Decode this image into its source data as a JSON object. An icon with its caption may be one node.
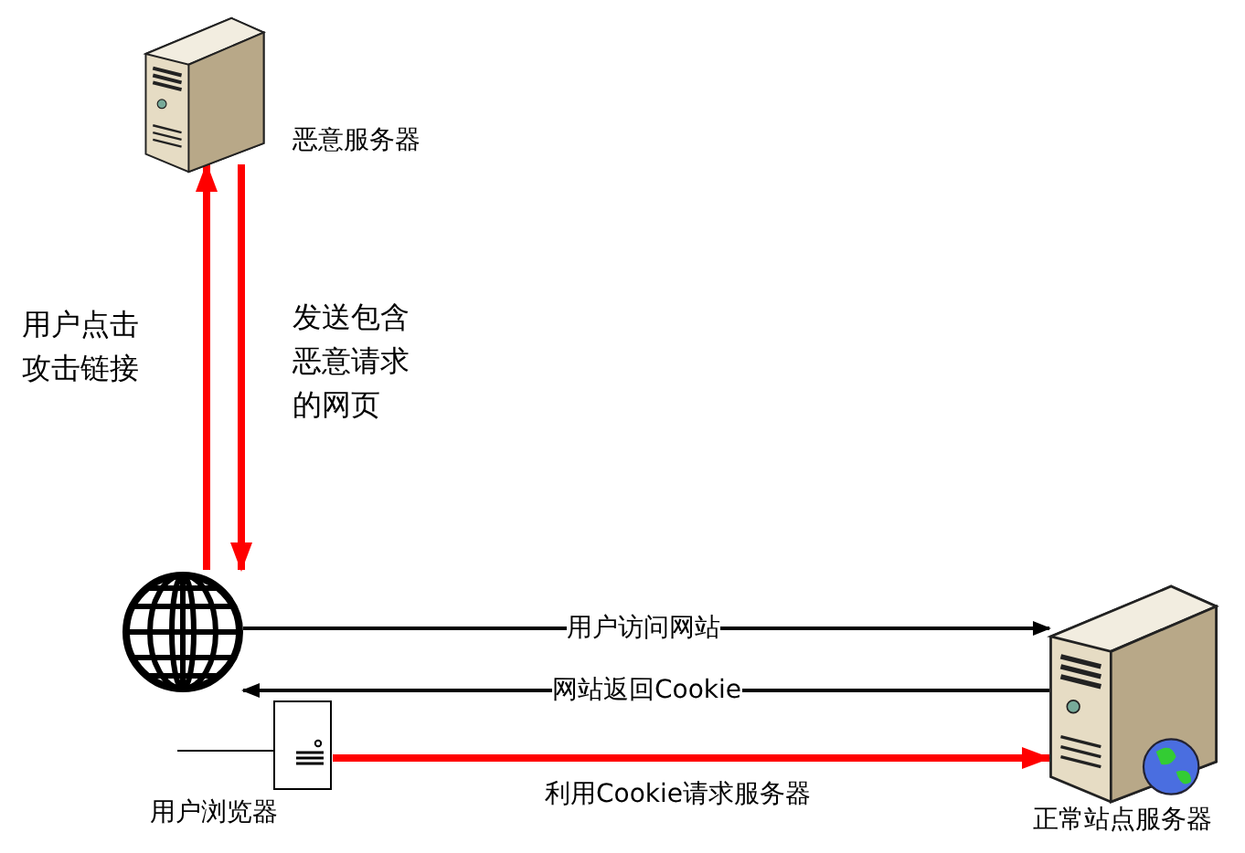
{
  "diagram": {
    "nodes": [
      {
        "text": [
          "恶意服务器"
        ]
      },
      {
        "text": [
          "用户浏览器"
        ]
      },
      {
        "text": [
          "正常站点服务器"
        ]
      }
    ],
    "edges": [
      {
        "from": 1,
        "to": 0,
        "arrow": "to",
        "label": "用户点击攻击链接"
      },
      {
        "from": 0,
        "to": 1,
        "arrow": "to",
        "label": "发送包含恶意请求的网页"
      },
      {
        "from": 1,
        "to": 2,
        "arrow": "to",
        "label": "用户访问网站",
        "color": "#000000"
      },
      {
        "from": 2,
        "to": 1,
        "arrow": "to",
        "label": "网站返回Cookie",
        "color": "#000000"
      },
      {
        "from": 1,
        "to": 2,
        "arrow": "to",
        "label": "利用Cookie请求服务器"
      }
    ]
  }
}
